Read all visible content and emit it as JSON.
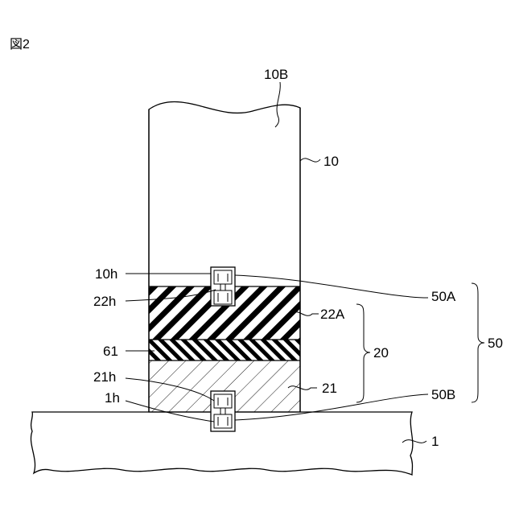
{
  "figure_label": "図2",
  "labels": {
    "upper_member": "10",
    "upper_member_top": "10B",
    "upper_hole": "10h",
    "layer_22a_hole": "22h",
    "layer_22a": "22A",
    "layer_61": "61",
    "layer_stack": "20",
    "layer_21": "21",
    "layer_21_hole": "21h",
    "base_hole": "1h",
    "base": "1",
    "connector_a": "50A",
    "connector_b": "50B",
    "connector_group": "50"
  }
}
